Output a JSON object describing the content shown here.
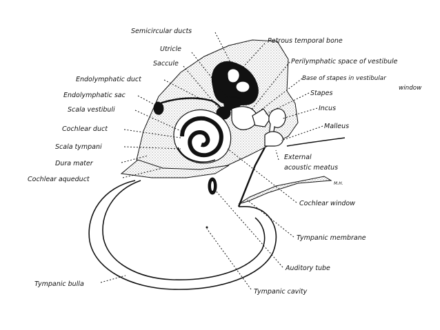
{
  "diagram": {
    "labels": {
      "semicircular_ducts": "Semicircular ducts",
      "utricle": "Utricle",
      "saccule": "Saccule",
      "endolymphatic_duct": "Endolymphatic duct",
      "endolymphatic_sac": "Endolymphatic sac",
      "scala_vestibuli": "Scala vestibuli",
      "cochlear_duct": "Cochlear duct",
      "scala_tympani": "Scala tympani",
      "dura_mater": "Dura mater",
      "cochlear_aqueduct": "Cochlear aqueduct",
      "tympanic_bulla": "Tympanic bulla",
      "petrous_temporal_bone": "Petrous temporal bone",
      "perilymphatic_space": "Perilymphatic space of vestibule",
      "base_of_stapes_1": "Base of stapes in vestibular",
      "base_of_stapes_2": "window",
      "stapes": "Stapes",
      "incus": "Incus",
      "malleus": "Malleus",
      "external_acoustic_1": "External",
      "external_acoustic_2": "acoustic meatus",
      "cochlear_window": "Cochlear window",
      "tympanic_membrane": "Tympanic membrane",
      "auditory_tube": "Auditory tube",
      "tympanic_cavity": "Tympanic cavity",
      "initials": "M.H."
    }
  }
}
